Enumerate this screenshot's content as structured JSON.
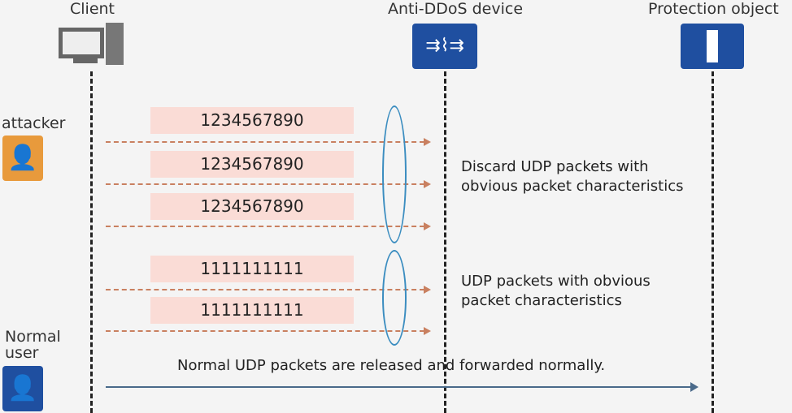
{
  "headers": {
    "client": "Client",
    "device": "Anti-DDoS device",
    "protected": "Protection object"
  },
  "actors": {
    "attacker": "attacker",
    "normal_user": "Normal user"
  },
  "attack_packets": [
    "1234567890",
    "1234567890",
    "1234567890"
  ],
  "pattern_packets": [
    "1111111111",
    "1111111111"
  ],
  "notes": {
    "discard": "Discard UDP packets with obvious packet characteristics",
    "pattern": "UDP packets with obvious packet characteristics",
    "normal": "Normal UDP packets are released and forwarded normally."
  },
  "colors": {
    "device": "#1f4fa0",
    "attacker": "#e89a3c",
    "packet": "#fadcd6",
    "ellipse": "#3b8dc0"
  }
}
